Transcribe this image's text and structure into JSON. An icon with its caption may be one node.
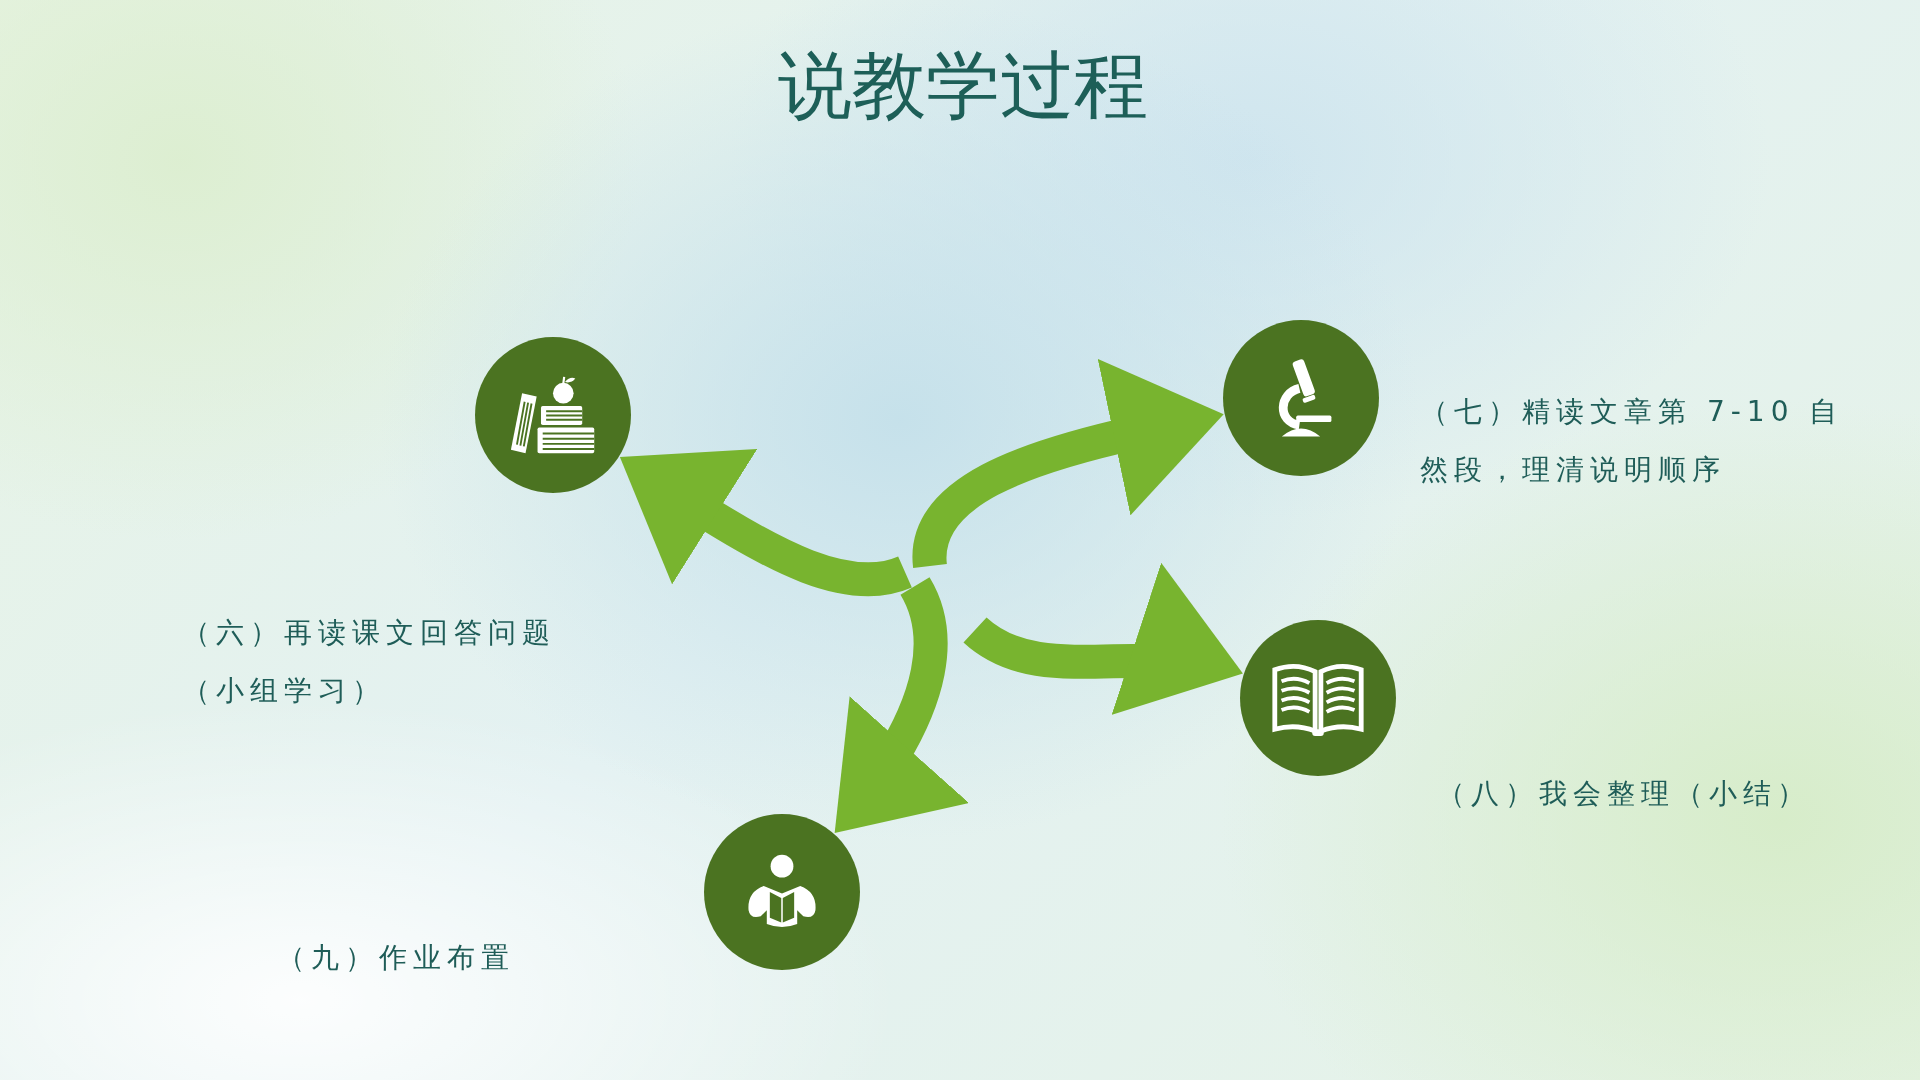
{
  "diagram": {
    "title": "说教学过程",
    "nodes": [
      {
        "text": [],
        "shape": "circle"
      },
      {
        "text": [],
        "shape": "circle",
        "beside": [
          "（七）精读文章第 7-10 自然段，理清说明顺序"
        ]
      },
      {
        "text": [],
        "shape": "circle",
        "beside": [
          "（八）我会整理（小结）"
        ]
      },
      {
        "text": [],
        "shape": "circle"
      }
    ],
    "edges": [
      {
        "from": null,
        "to": 0,
        "arrow": "to"
      },
      {
        "from": null,
        "to": 1,
        "arrow": "to"
      },
      {
        "from": null,
        "to": 2,
        "arrow": "to"
      },
      {
        "from": null,
        "to": 3,
        "arrow": "to"
      }
    ],
    "labels": [
      "（六）再读课文回答问题（小组学习）",
      "（九）作业布置"
    ]
  }
}
